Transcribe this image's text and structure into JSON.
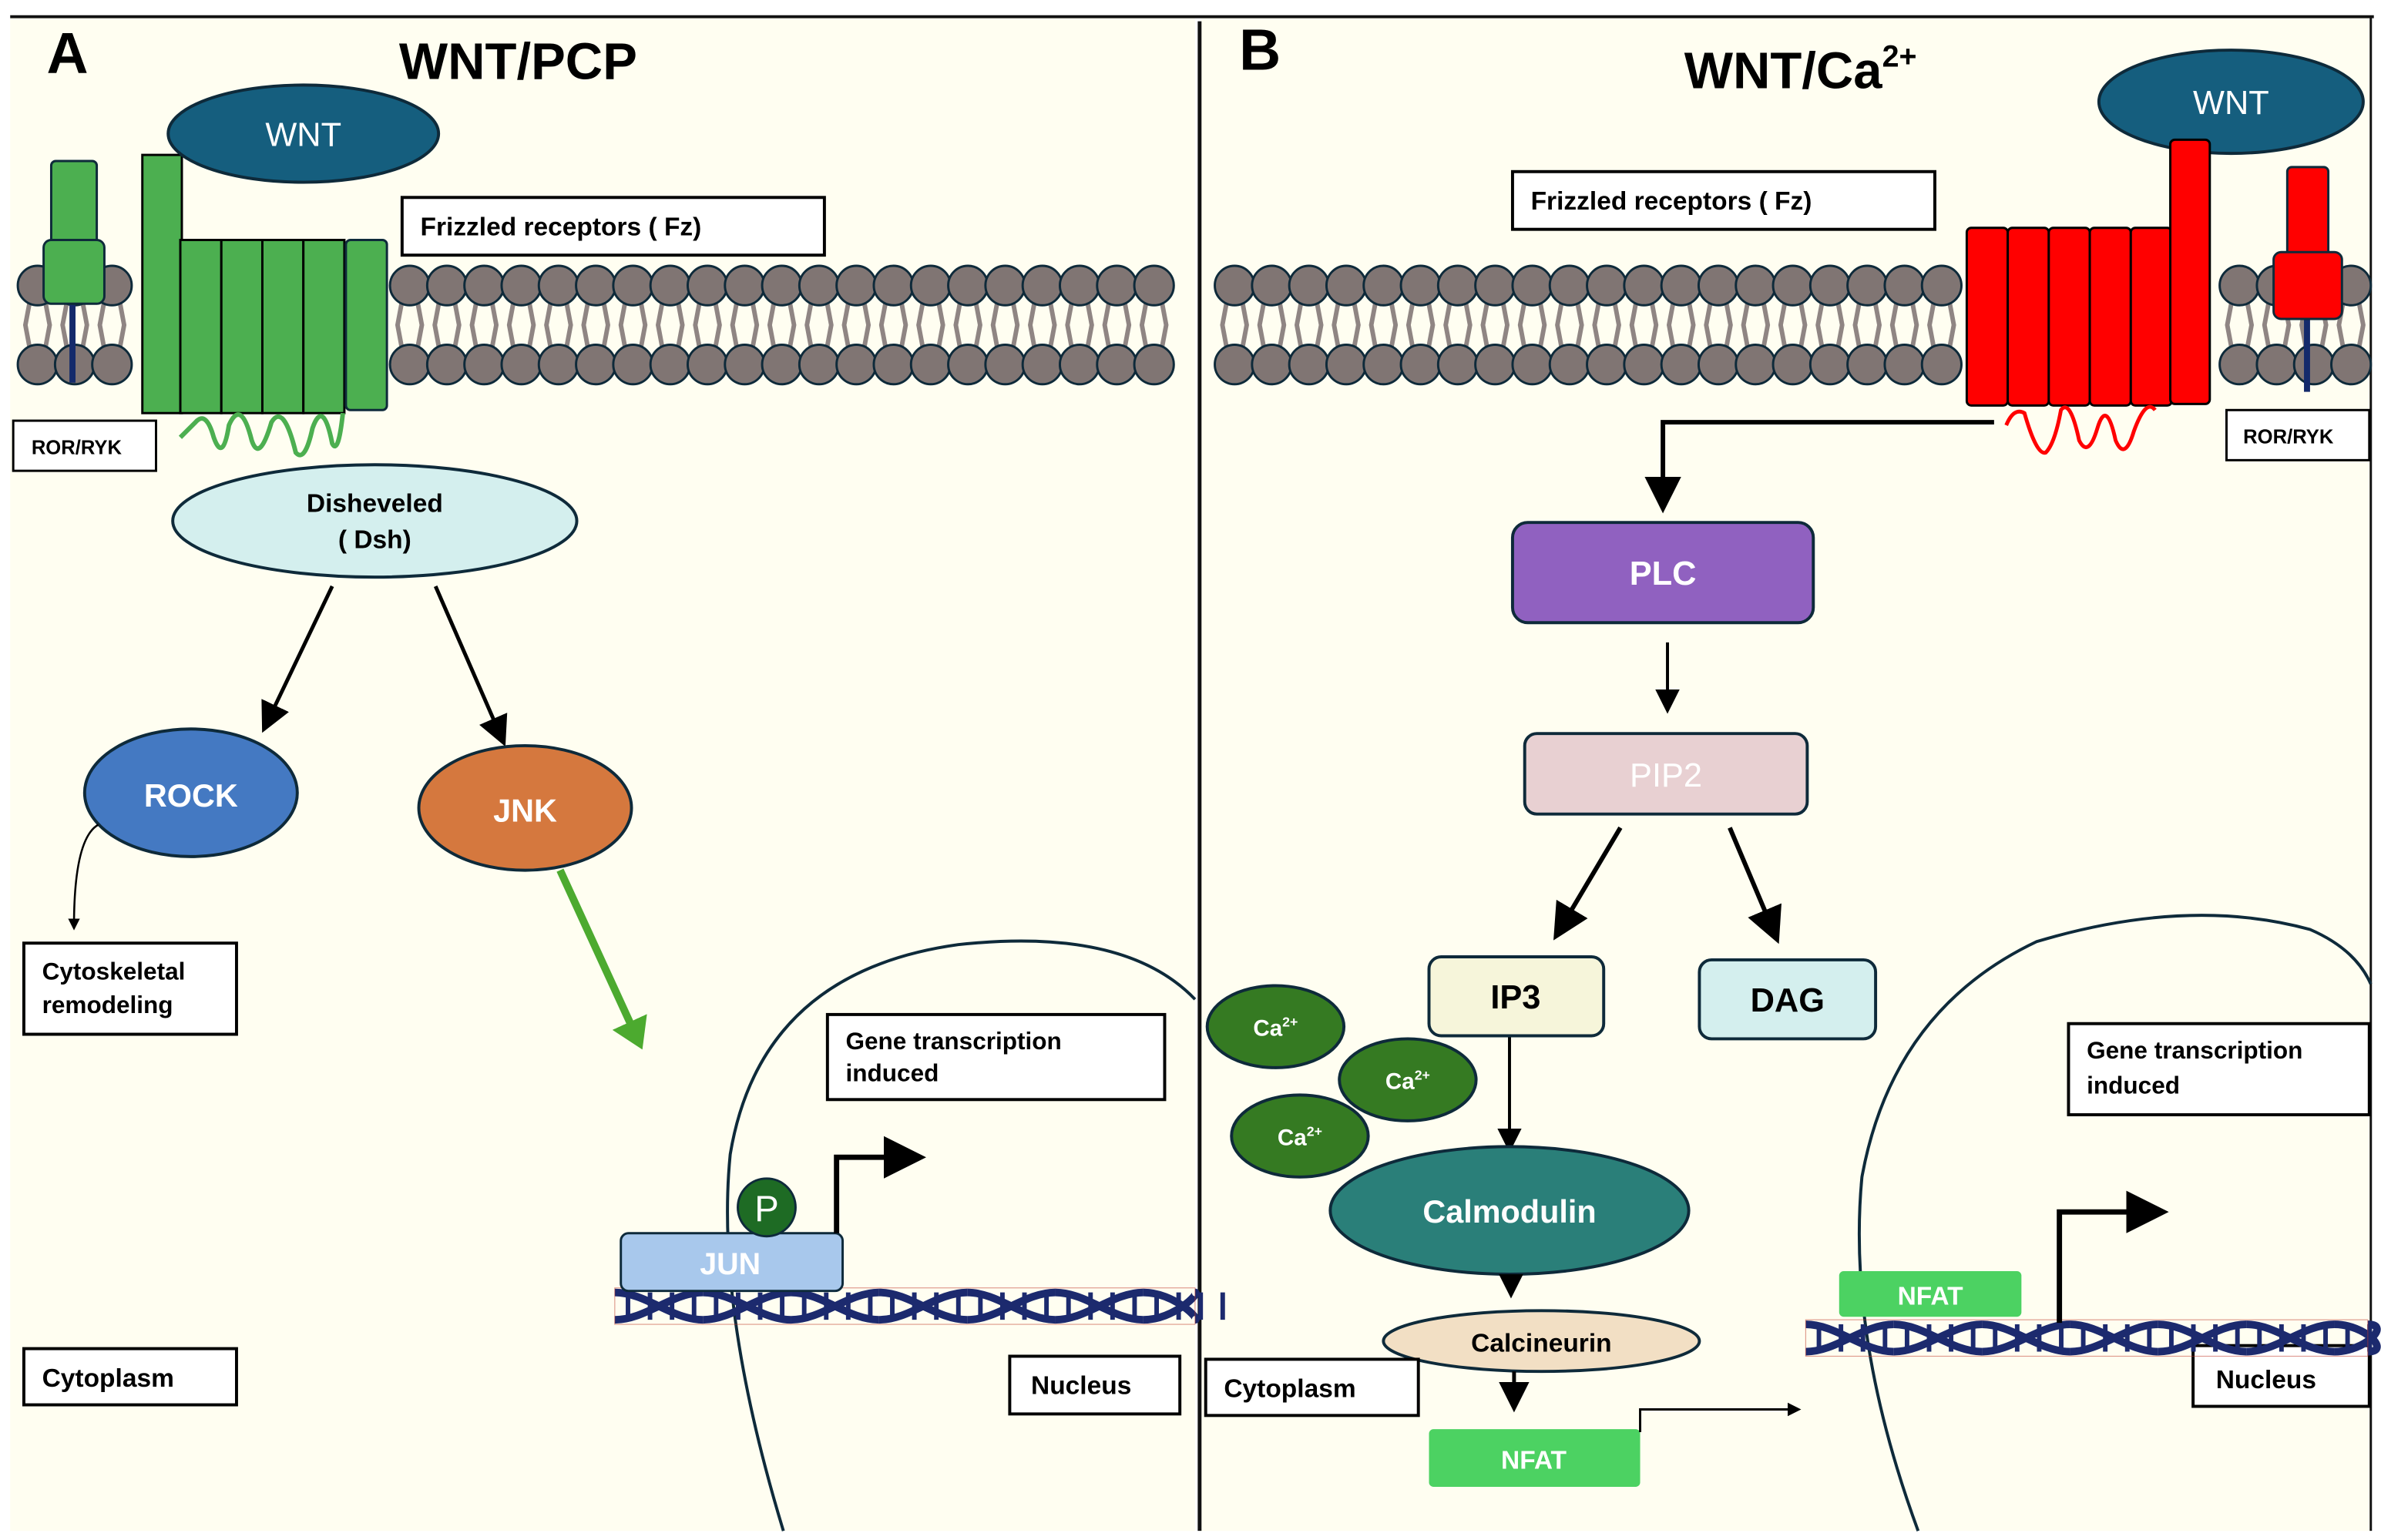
{
  "panel_a": {
    "letter": "A",
    "title": "WNT/PCP",
    "ligand": "WNT",
    "receptor_label": "Frizzled receptors ( Fz)",
    "coreceptor_label": "ROR/RYK",
    "dsh_line1": "Disheveled",
    "dsh_line2": "( Dsh)",
    "rock": "ROCK",
    "jnk": "JNK",
    "cytoskeletal_line1": "Cytoskeletal",
    "cytoskeletal_line2": "remodeling",
    "gene_line1": "Gene transcription",
    "gene_line2": "induced",
    "phospho": "P",
    "jun": "JUN",
    "cytoplasm": "Cytoplasm",
    "nucleus": "Nucleus",
    "colors": {
      "receptor": "#4caf50",
      "ligand": "#155e7e",
      "dsh": "#d4efee",
      "rock": "#4479c2",
      "jnk": "#d5783e",
      "jnk_arrow": "#4caa2f",
      "phospho": "#1e6b24",
      "jun": "#a8c8ec"
    }
  },
  "panel_b": {
    "letter": "B",
    "title": "WNT/Ca",
    "title_sup": "2+",
    "ligand": "WNT",
    "receptor_label": "Frizzled receptors ( Fz)",
    "coreceptor_label": "ROR/RYK",
    "plc": "PLC",
    "pip2": "PIP2",
    "ip3": "IP3",
    "dag": "DAG",
    "calcium": [
      {
        "base": "Ca",
        "sup": "2+"
      },
      {
        "base": "Ca",
        "sup": "2+"
      },
      {
        "base": "Ca",
        "sup": "2+"
      }
    ],
    "calmodulin": "Calmodulin",
    "calcineurin": "Calcineurin",
    "nfat_cyto": "NFAT",
    "nfat_nuc": "NFAT",
    "gene_line1": "Gene transcription",
    "gene_line2": "induced",
    "cytoplasm": "Cytoplasm",
    "nucleus": "Nucleus",
    "colors": {
      "receptor": "#ff0000",
      "ligand": "#155e7e",
      "plc": "#9061c0",
      "pip2": "#e8d0d2",
      "ip3": "#f6f5da",
      "dag": "#d4efee",
      "calcium": "#357a22",
      "calmodulin": "#2a7f79",
      "calcineurin": "#f2dfc4",
      "nfat": "#4cd262"
    }
  },
  "membrane": {
    "head_color": "#807573",
    "outline": "#0e2a3a"
  },
  "background": "#fffef1"
}
